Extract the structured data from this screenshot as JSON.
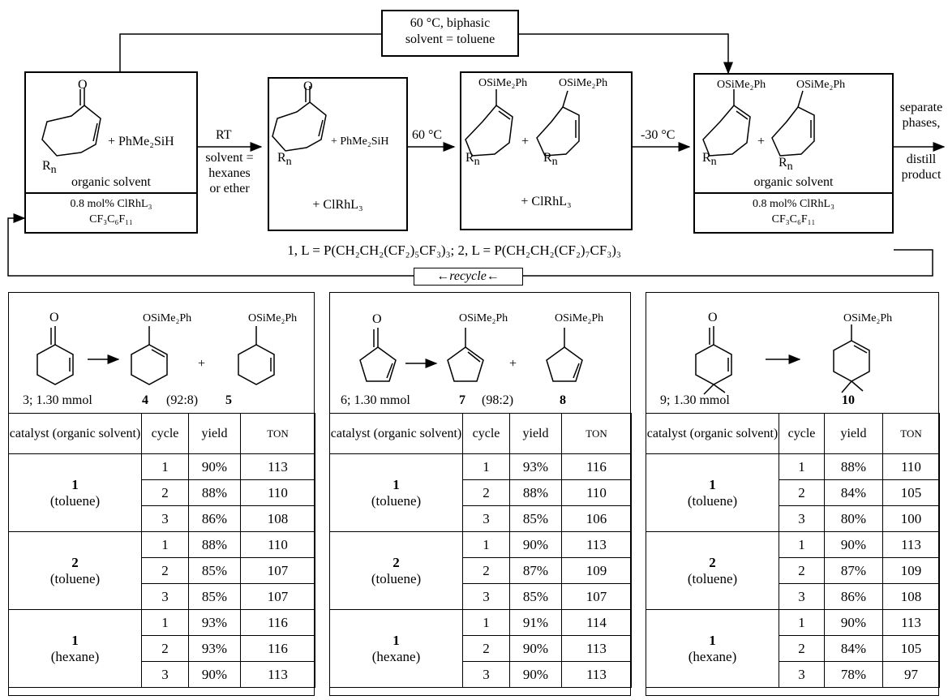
{
  "scheme": {
    "condition_top": [
      "60 °C, biphasic",
      "solvent = toluene"
    ],
    "box1": {
      "reagent": "+ PhMe₂SiH",
      "rn": "R",
      "rn_sub": "n",
      "organic": "organic solvent",
      "catalyst_line": "0.8 mol% ClRhL₃",
      "fluorous_line": "CF₃C₆F₁₁"
    },
    "arrow1": {
      "above": "RT",
      "below": [
        "solvent =",
        "hexanes",
        "or ether"
      ]
    },
    "box2": {
      "reagent": "+ PhMe₂SiH",
      "rn": "R",
      "rn_sub": "n",
      "cat": "+ ClRhL₃"
    },
    "arrow2": {
      "above": "60 °C"
    },
    "box3": {
      "label_a": "OSiMe₂Ph",
      "label_b": "OSiMe₂Ph",
      "plus": "+",
      "rn": "R",
      "rn_sub": "n",
      "cat": "+ ClRhL₃"
    },
    "arrow3": {
      "above": "-30 °C"
    },
    "box4": {
      "label_a": "OSiMe₂Ph",
      "label_b": "OSiMe₂Ph",
      "plus": "+",
      "rn": "R",
      "rn_sub": "n",
      "organic": "organic solvent",
      "catalyst_line": "0.8 mol% ClRhL₃",
      "fluorous_line": "CF₃C₆F₁₁"
    },
    "arrow4": {
      "above": [
        "separate",
        "phases,"
      ],
      "below": [
        "distill",
        "product"
      ]
    },
    "ligand_line": "1, L = P(CH₂CH₂(CF₂)₅CF₃)₃; 2, L = P(CH₂CH₂(CF₂)₇CF₃)₃",
    "recycle": "←recycle←"
  },
  "panels": [
    {
      "substrate": "3; 1.30 mmol",
      "product_a": "4",
      "ratio": "(92:8)",
      "product_b": "5",
      "silyl_a": "OSiMe₂Ph",
      "silyl_b": "OSiMe₂Ph",
      "plus": "+",
      "headers": [
        "catalyst (organic solvent)",
        "cycle",
        "yield",
        "TON"
      ],
      "groups": [
        {
          "catalyst": "1",
          "solvent": "(toluene)",
          "rows": [
            [
              "1",
              "90%",
              "113"
            ],
            [
              "2",
              "88%",
              "110"
            ],
            [
              "3",
              "86%",
              "108"
            ]
          ]
        },
        {
          "catalyst": "2",
          "solvent": "(toluene)",
          "rows": [
            [
              "1",
              "88%",
              "110"
            ],
            [
              "2",
              "85%",
              "107"
            ],
            [
              "3",
              "85%",
              "107"
            ]
          ]
        },
        {
          "catalyst": "1",
          "solvent": "(hexane)",
          "rows": [
            [
              "1",
              "93%",
              "116"
            ],
            [
              "2",
              "93%",
              "116"
            ],
            [
              "3",
              "90%",
              "113"
            ]
          ]
        }
      ]
    },
    {
      "substrate": "6; 1.30 mmol",
      "product_a": "7",
      "ratio": "(98:2)",
      "product_b": "8",
      "silyl_a": "OSiMe₂Ph",
      "silyl_b": "OSiMe₂Ph",
      "plus": "+",
      "headers": [
        "catalyst (organic solvent)",
        "cycle",
        "yield",
        "TON"
      ],
      "groups": [
        {
          "catalyst": "1",
          "solvent": "(toluene)",
          "rows": [
            [
              "1",
              "93%",
              "116"
            ],
            [
              "2",
              "88%",
              "110"
            ],
            [
              "3",
              "85%",
              "106"
            ]
          ]
        },
        {
          "catalyst": "2",
          "solvent": "(toluene)",
          "rows": [
            [
              "1",
              "90%",
              "113"
            ],
            [
              "2",
              "87%",
              "109"
            ],
            [
              "3",
              "85%",
              "107"
            ]
          ]
        },
        {
          "catalyst": "1",
          "solvent": "(hexane)",
          "rows": [
            [
              "1",
              "91%",
              "114"
            ],
            [
              "2",
              "90%",
              "113"
            ],
            [
              "3",
              "90%",
              "113"
            ]
          ]
        }
      ]
    },
    {
      "substrate": "9; 1.30 mmol",
      "product_a": "10",
      "ratio": "",
      "product_b": "",
      "silyl_a": "OSiMe₂Ph",
      "silyl_b": "",
      "plus": "",
      "headers": [
        "catalyst (organic solvent)",
        "cycle",
        "yield",
        "TON"
      ],
      "groups": [
        {
          "catalyst": "1",
          "solvent": "(toluene)",
          "rows": [
            [
              "1",
              "88%",
              "110"
            ],
            [
              "2",
              "84%",
              "105"
            ],
            [
              "3",
              "80%",
              "100"
            ]
          ]
        },
        {
          "catalyst": "2",
          "solvent": "(toluene)",
          "rows": [
            [
              "1",
              "90%",
              "113"
            ],
            [
              "2",
              "87%",
              "109"
            ],
            [
              "3",
              "86%",
              "108"
            ]
          ]
        },
        {
          "catalyst": "1",
          "solvent": "(hexane)",
          "rows": [
            [
              "1",
              "90%",
              "113"
            ],
            [
              "2",
              "84%",
              "105"
            ],
            [
              "3",
              "78%",
              "97"
            ]
          ]
        }
      ]
    }
  ]
}
